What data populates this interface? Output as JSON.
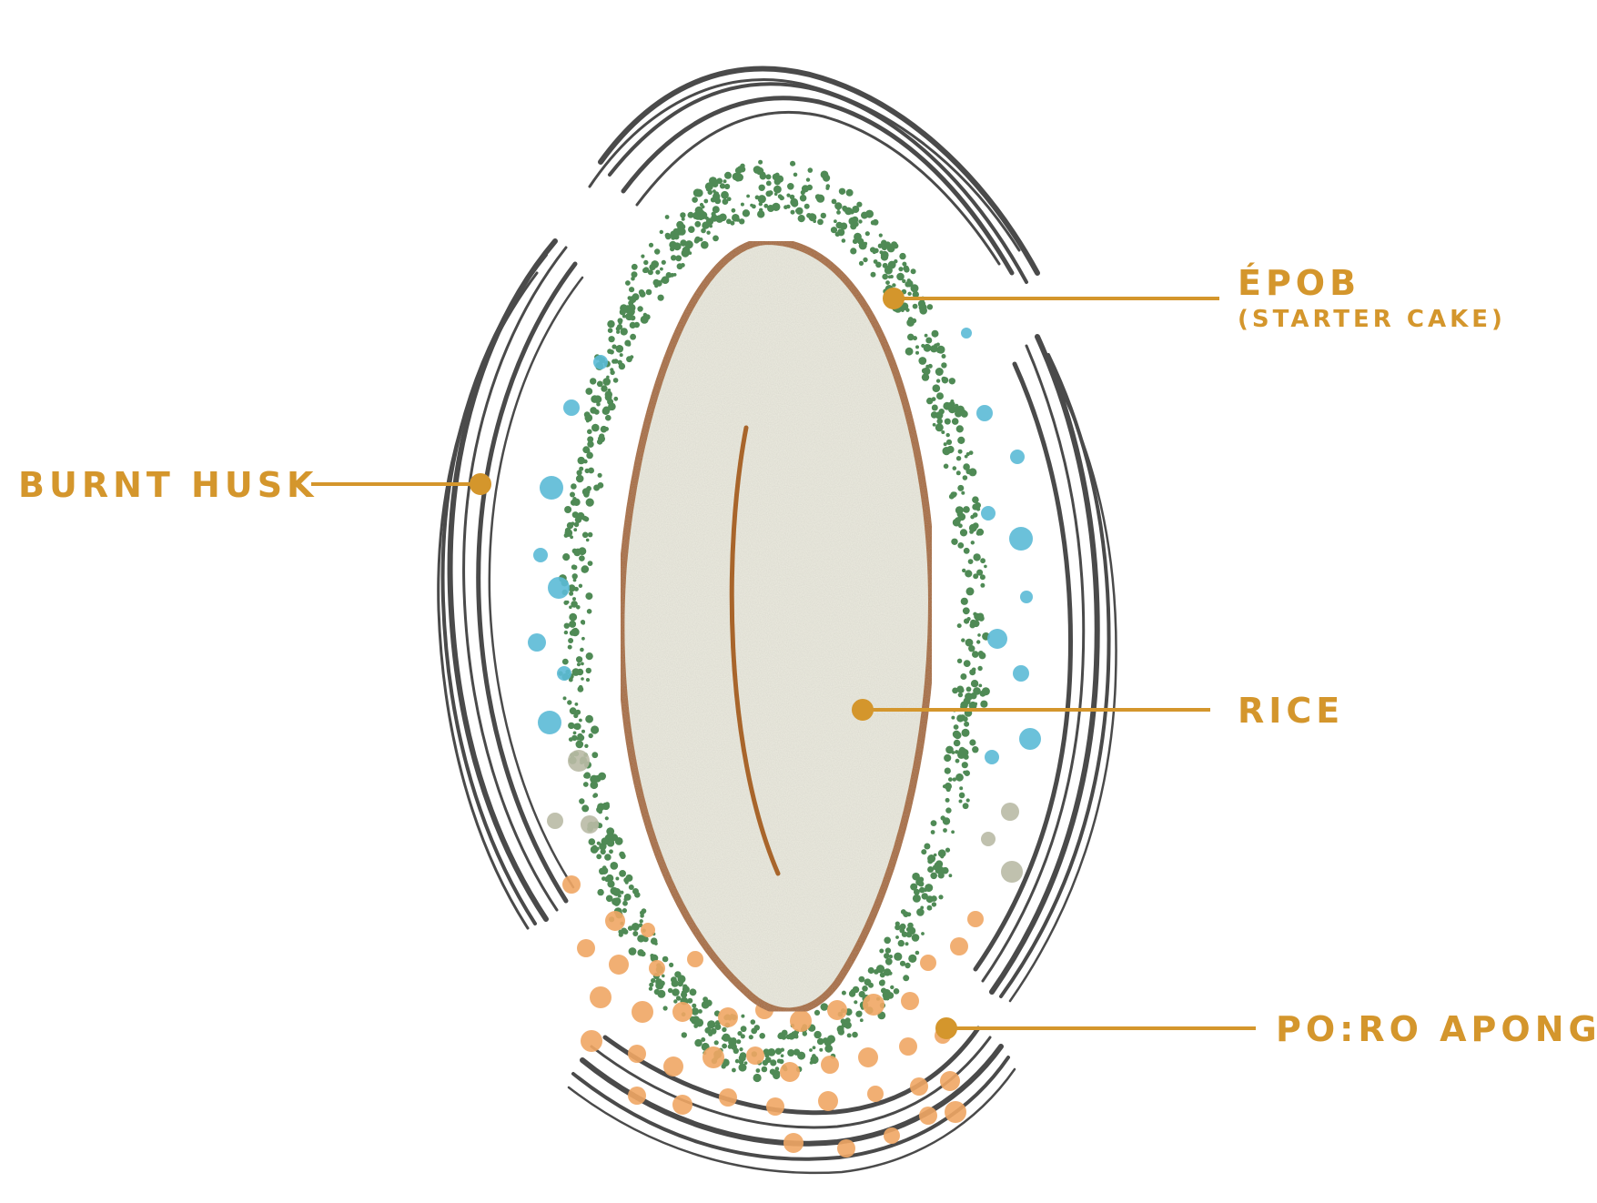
{
  "labels": {
    "epob": "ÉPOB",
    "epob_sub": "(STARTER CAKE)",
    "burnt_husk": "BURNT HUSK",
    "rice": "RICE",
    "poro_apong": "PO:RO APONG"
  },
  "colors": {
    "label": "#d4962c",
    "husk": "#4a4a4a",
    "starter": "#4f8a55",
    "rice_fill": "#ecebe0",
    "rice_outline": "#a8652b",
    "bubble_blue": "#5bbad6",
    "bubble_orange": "#f0a664",
    "bubble_grey": "#b9baa5"
  }
}
